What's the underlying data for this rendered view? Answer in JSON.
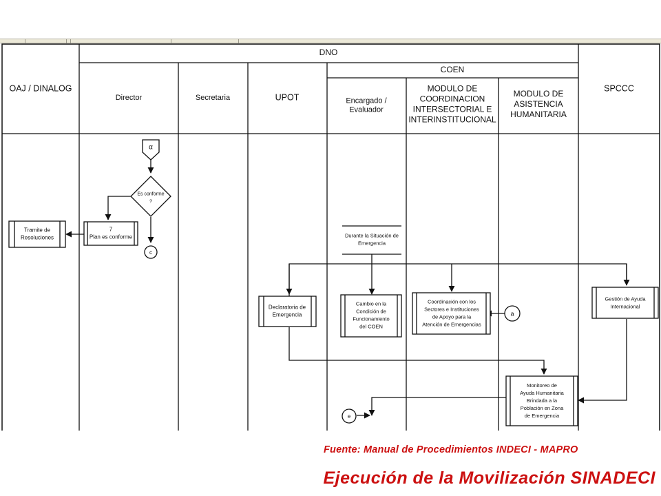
{
  "headers": {
    "oaj": "OAJ / DINALOG",
    "dno": "DNO",
    "director": "Director",
    "secretaria": "Secretaria",
    "upot": "UPOT",
    "coen": "COEN",
    "encargado": [
      "Encargado /",
      "Evaluador"
    ],
    "modulo_coordinacion": [
      "MODULO DE",
      "COORDINACION",
      "INTERSECTORIAL E",
      "INTERINSTITUCIONAL"
    ],
    "modulo_asistencia": [
      "MODULO DE",
      "ASISTENCIA",
      "HUMANITARIA"
    ],
    "spccc": "SPCCC"
  },
  "nodes": {
    "connector_alpha_top": "α",
    "decision": [
      "Es conforme",
      "?"
    ],
    "step_7": [
      "7",
      "Plan es conforme"
    ],
    "tramite": [
      "Tramite de",
      "Resoluciones"
    ],
    "connector_c": "c",
    "situation": [
      "Durante la Situación de",
      "Emergencia"
    ],
    "declaratoria": [
      "Declaratoria de",
      "Emergencia"
    ],
    "cambio": [
      "Cambio en la",
      "Condición de",
      "Funcionamiento",
      "del COEN"
    ],
    "coordinacion": [
      "Coordinación con los",
      "Sectores e Instituciones",
      "de Apoyo para la",
      "Atención de Emergencias"
    ],
    "connector_alpha_right": "a",
    "gestion": [
      "Gestión de Ayuda",
      "Internacional"
    ],
    "monitoreo": [
      "Monitoreo de",
      "Ayuda Humanitaria",
      "Brindada a la",
      "Población en Zona",
      "de Emergencia"
    ],
    "connector_e": "e"
  },
  "footer": {
    "source": "Fuente:  Manual de Procedimientos INDECI - MAPRO",
    "title": "Ejecución de la Movilización SINADECI"
  },
  "colors": {
    "line": "#111111",
    "accent": "#cc1111",
    "toolbar": "#ece9d8"
  }
}
